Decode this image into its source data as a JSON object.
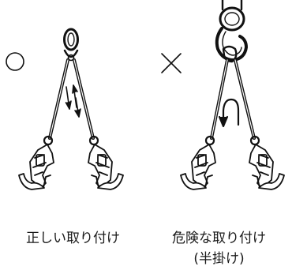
{
  "marks": {
    "correct_symbol": "○",
    "wrong_symbol": "×"
  },
  "captions": {
    "left": "正しい取り付け",
    "right_line1": "危険な取り付け",
    "right_line2": "(半掛け)"
  },
  "colors": {
    "line": "#111111",
    "background": "#ffffff"
  }
}
